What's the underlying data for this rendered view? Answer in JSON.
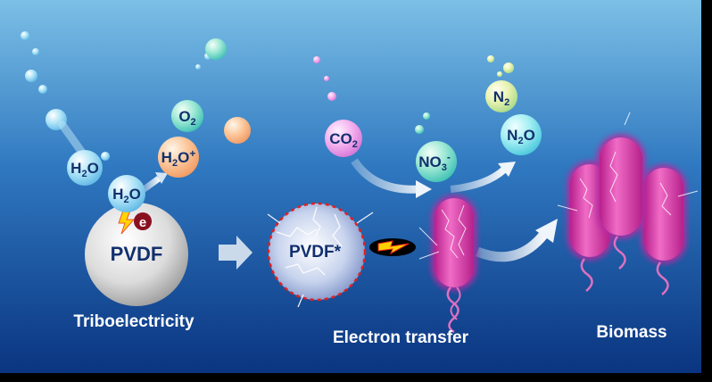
{
  "molecules": {
    "h2o_a": {
      "main": "H",
      "sub": "2",
      "tail": "O"
    },
    "h2o_b": {
      "main": "H",
      "sub": "2",
      "tail": "O"
    },
    "o2": {
      "main": "O",
      "sub": "2"
    },
    "h2o_plus": {
      "main": "H",
      "sub": "2",
      "tail": "O",
      "sup": "+"
    },
    "co2": {
      "main": "CO",
      "sub": "2"
    },
    "no3": {
      "main": "NO",
      "sub": "3",
      "sup": "-"
    },
    "n2": {
      "main": "N",
      "sub": "2"
    },
    "n2o": {
      "main": "N",
      "sub": "2",
      "tail": "O"
    }
  },
  "pvdf_label": "PVDF",
  "pvdf_star_label": "PVDF*",
  "electron_label": "e",
  "captions": {
    "triboelectricity": "Triboelectricity",
    "electron_transfer": "Electron transfer",
    "biomass": "Biomass"
  },
  "colors": {
    "bg_top": "#74b9e2",
    "bg_bottom": "#0b3580",
    "bacteria": "#d63aa6",
    "label": "#12306e"
  }
}
